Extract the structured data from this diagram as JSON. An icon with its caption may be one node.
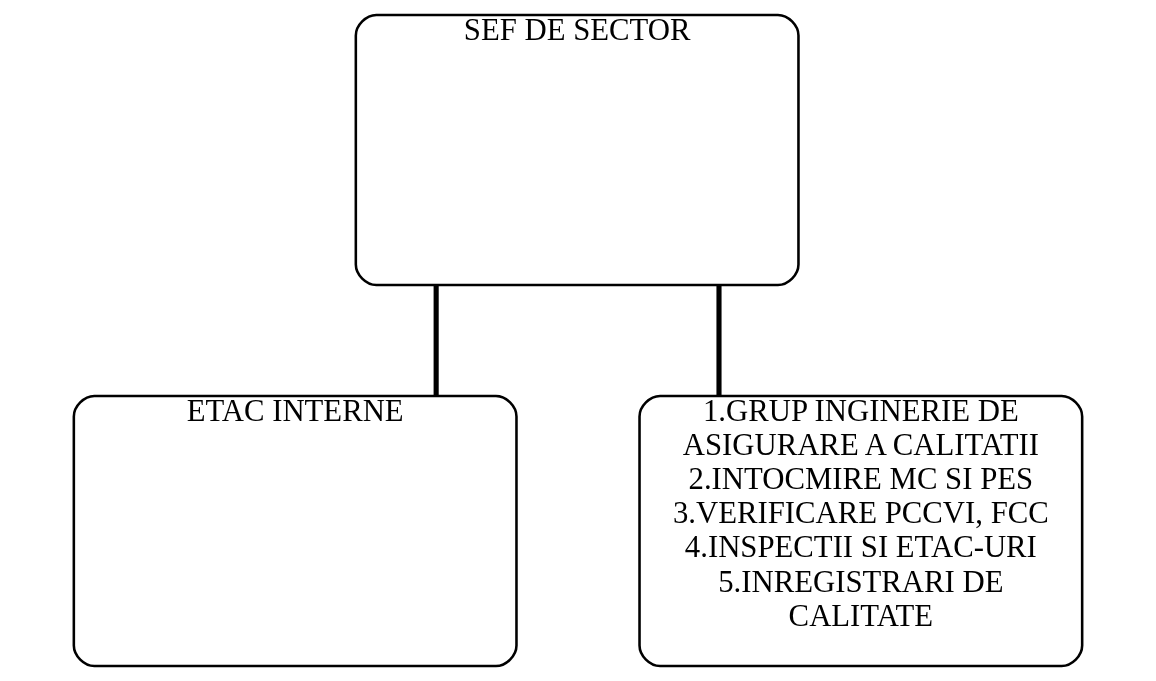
{
  "diagram": {
    "nodes": [
      {
        "text": [
          "SEF DE SECTOR"
        ]
      },
      {
        "text": [
          "ETAC INTERNE"
        ]
      },
      {
        "text": [
          "1.GRUP INGINERIE DE ASIGURARE A CALITATII",
          "2.INTOCMIRE MC SI PES",
          "3.VERIFICARE PCCVI, FCC",
          "4.INSPECTII SI ETAC-URI",
          "5.INREGISTRARI DE CALITATE"
        ]
      }
    ],
    "edges": [
      {
        "from": 0,
        "to": 1,
        "arrow": "none"
      },
      {
        "from": 0,
        "to": 2,
        "arrow": "none"
      }
    ]
  }
}
